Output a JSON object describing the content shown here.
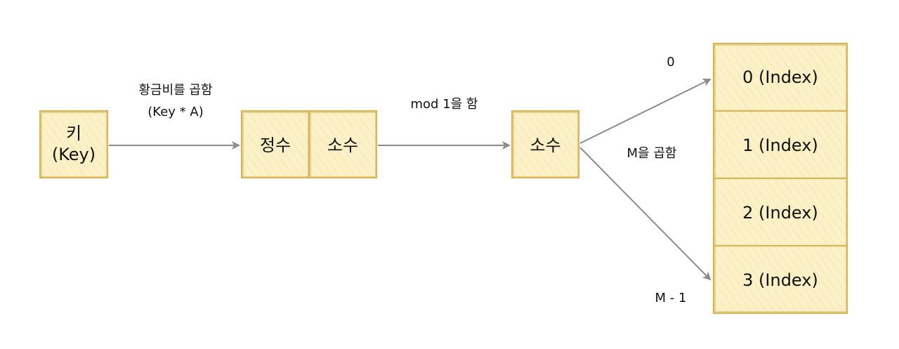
{
  "nodes": {
    "key": {
      "line1": "키",
      "line2": "(Key)"
    },
    "integer": "정수",
    "fraction": "소수",
    "fraction_result": "소수",
    "buckets": [
      "0 (Index)",
      "1 (Index)",
      "2 (Index)",
      "3 (Index)"
    ]
  },
  "edges": {
    "multiply_golden": {
      "line1": "황금비를 곱함",
      "line2": "(Key * A)"
    },
    "mod_one": "mod 1을 함",
    "multiply_m": "M을 곱함",
    "index_start": "0",
    "index_end": "M - 1"
  },
  "colors": {
    "box_fill": "#fbf0c6",
    "box_stroke": "#d6b656",
    "arrow": "#8c8c8c"
  }
}
